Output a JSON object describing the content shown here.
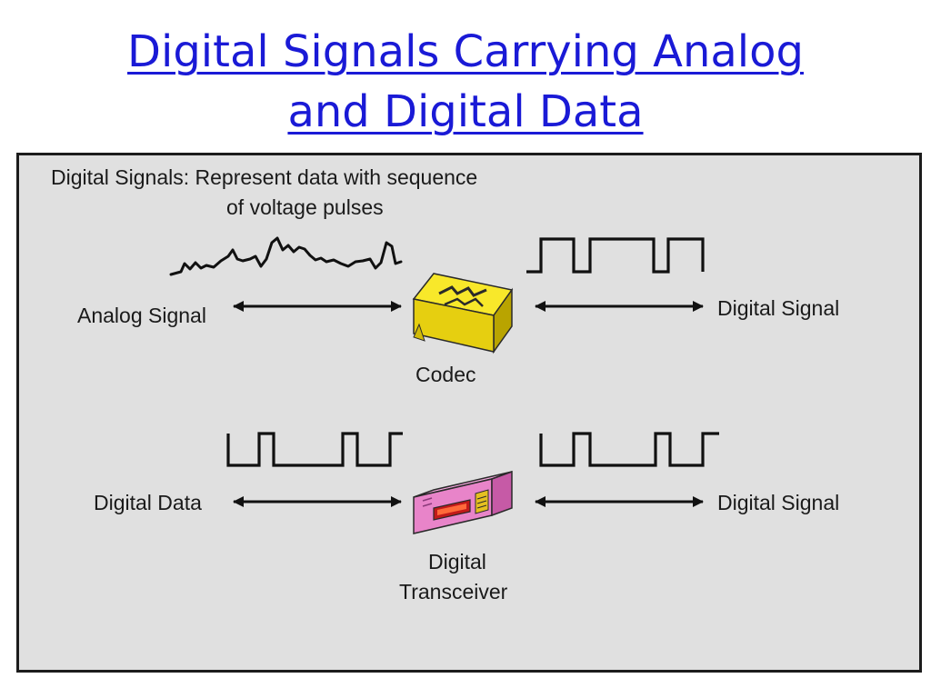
{
  "slide": {
    "title_line1": "Digital Signals Carrying Analog",
    "title_line2": "and Digital Data"
  },
  "diagram": {
    "description_line1": "Digital Signals: Represent data with sequence",
    "description_line2": "of voltage pulses",
    "codec_row": {
      "left_label": "Analog Signal",
      "device_label": "Codec",
      "right_label": "Digital Signal"
    },
    "transceiver_row": {
      "left_label": "Digital Data",
      "device_label_line1": "Digital",
      "device_label_line2": "Transceiver",
      "right_label": "Digital Signal"
    }
  },
  "colors": {
    "title": "#1a1ad6",
    "panel_background": "#e0e0e0",
    "codec_yellow": "#f4e11c",
    "transceiver_pink": "#e884c9"
  },
  "icons": {
    "codec": "codec-chip-icon",
    "transceiver": "digital-transceiver-icon"
  }
}
